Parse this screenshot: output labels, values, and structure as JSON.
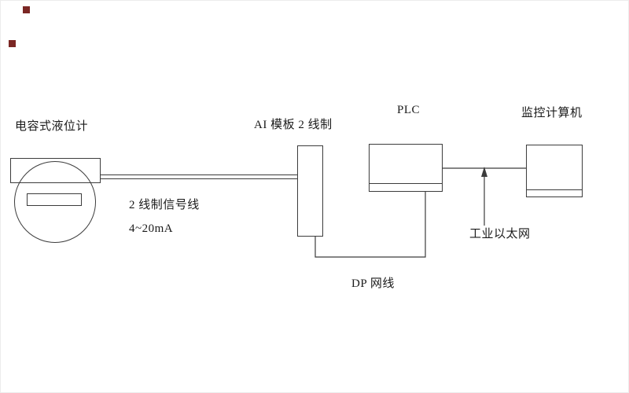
{
  "diagram": {
    "labels": {
      "level_gauge": "电容式液位计",
      "signal_line": "2 线制信号线",
      "signal_range": "4~20mA",
      "ai_module": "AI 模板 2 线制",
      "plc": "PLC",
      "monitor": "监控计算机",
      "dp_cable": "DP 网线",
      "ethernet": "工业以太网"
    },
    "colors": {
      "stroke": "#3c3c3c",
      "text": "#1a1a1a",
      "marker": "#7b2724",
      "background": "#ffffff"
    }
  }
}
